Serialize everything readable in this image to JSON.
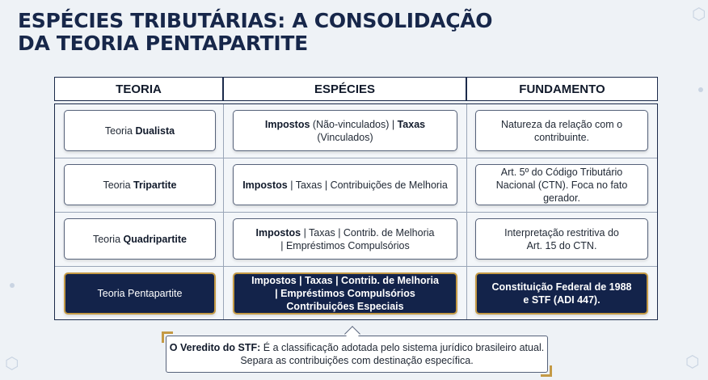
{
  "title_lines": [
    "ESPÉCIES TRIBUTÁRIAS: A CONSOLIDAÇÃO",
    "DA TEORIA PENTAPARTITE"
  ],
  "headers": {
    "theory": "TEORIA",
    "species": "ESPÉCIES",
    "basis": "FUNDAMENTO"
  },
  "rows": [
    {
      "theory_prefix": "Teoria ",
      "theory_name": "Dualista",
      "species": [
        {
          "t": "Impostos",
          "b": true
        },
        {
          "t": " (Não-vinculados) | ",
          "b": false
        },
        {
          "t": "Taxas",
          "b": true
        },
        {
          "t": " (Vinculados)",
          "b": false
        }
      ],
      "basis": "Natureza da relação com o contribuinte."
    },
    {
      "theory_prefix": "Teoria ",
      "theory_name": "Tripartite",
      "species": [
        {
          "t": "Impostos",
          "b": true
        },
        {
          "t": " | Taxas | Contribuições de Melhoria",
          "b": false
        }
      ],
      "basis": "Art. 5º do Código Tributário Nacional (CTN). Foca no fato gerador."
    },
    {
      "theory_prefix": "Teoria ",
      "theory_name": "Quadripartite",
      "species_lines": [
        [
          {
            "t": "Impostos",
            "b": true
          },
          {
            "t": " | Taxas | Contrib. de Melhoria",
            "b": false
          }
        ],
        [
          {
            "t": "| Empréstimos Compulsórios",
            "b": false
          }
        ]
      ],
      "basis_lines": [
        "Interpretação restritiva do",
        "Art. 15 do CTN."
      ]
    },
    {
      "theory": "Teoria Pentapartite",
      "species_lines": [
        "Impostos | Taxas | Contrib. de Melhoria",
        "| Empréstimos Compulsórios",
        "Contribuições Especiais"
      ],
      "basis_lines": [
        "Constituição Federal de 1988",
        "e STF (ADI 447)."
      ]
    }
  ],
  "callout": {
    "label": "O Veredito do STF:",
    "text_line1": " É a classificação adotada pelo sistema jurídico brasileiro",
    "text_line2": "atual. Separa as contribuições com destinação específica."
  },
  "colors": {
    "navy": "#13234a",
    "gold": "#c49a45",
    "background": "#eef2f6"
  },
  "icons": [
    "hexagon-icon",
    "hexagon-icon",
    "hexagon-icon"
  ]
}
